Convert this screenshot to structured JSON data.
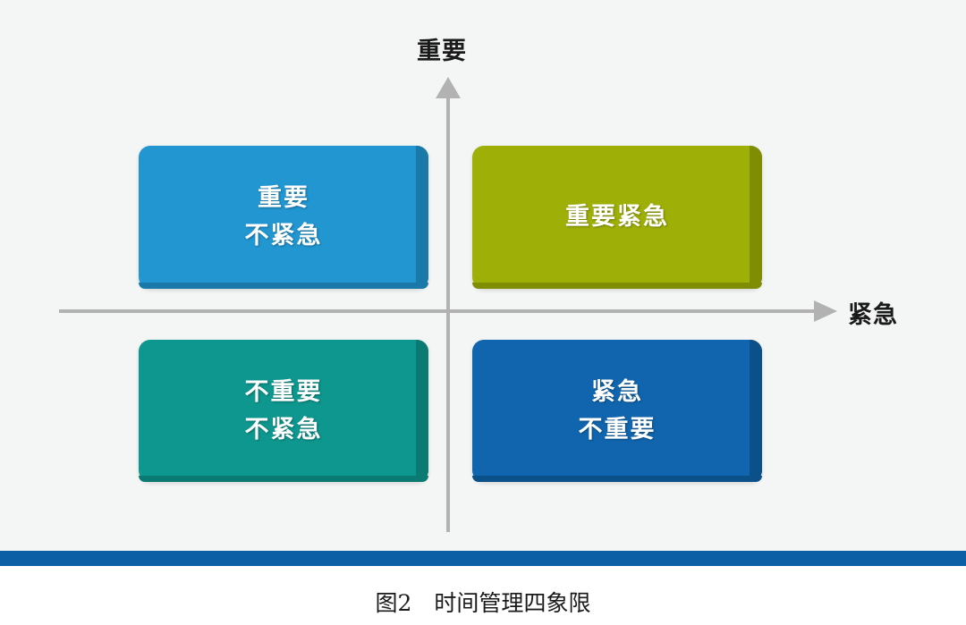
{
  "figure": {
    "background_color": "#f4f5f5",
    "axes": {
      "vertical_label": "重要",
      "horizontal_label": "紧急",
      "axis_color": "#b2b2b2"
    },
    "quadrants": [
      {
        "id": "top-left",
        "position": "upper-left",
        "lines": [
          "重要",
          "不紧急"
        ],
        "color": "#2196d1",
        "shade_color": "#1b79aa"
      },
      {
        "id": "top-right",
        "position": "upper-right",
        "lines": [
          "重要紧急"
        ],
        "color": "#9eaf07",
        "shade_color": "#7f8d05"
      },
      {
        "id": "bottom-left",
        "position": "lower-left",
        "lines": [
          "不重要",
          "不紧急"
        ],
        "color": "#0d978e",
        "shade_color": "#0a7a73"
      },
      {
        "id": "bottom-right",
        "position": "lower-right",
        "lines": [
          "紧急",
          "不重要"
        ],
        "color": "#1065ae",
        "shade_color": "#0c5089"
      }
    ]
  },
  "rule_bar": {
    "color": "#0c5fa5"
  },
  "caption": {
    "number": "图2",
    "title": "时间管理四象限",
    "full": "图2　时间管理四象限"
  }
}
